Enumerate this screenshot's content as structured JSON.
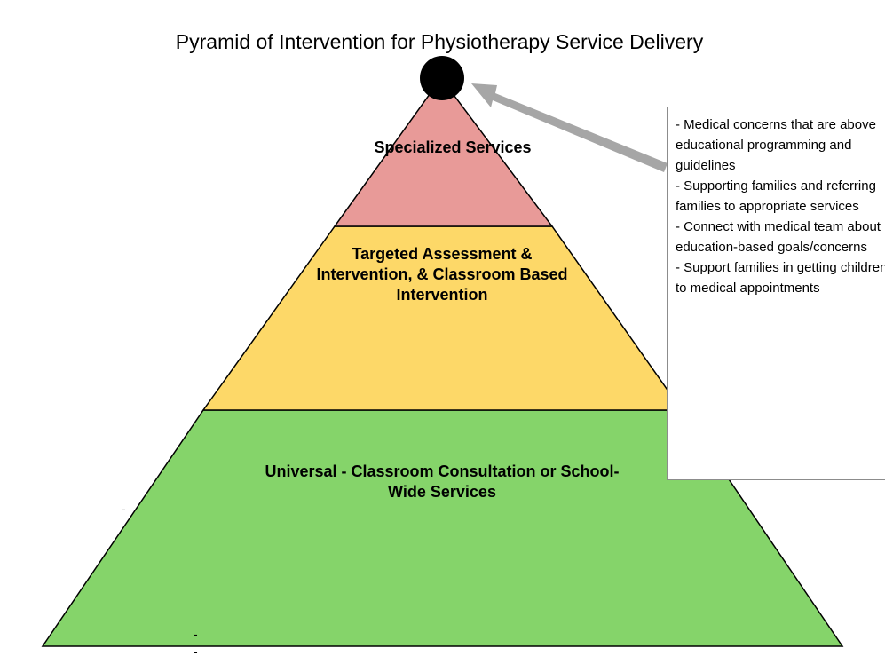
{
  "title": "Pyramid of Intervention for Physiotherapy Service Delivery",
  "tiers": [
    {
      "label": "Specialized Services",
      "color": "#e89a98"
    },
    {
      "label": "Targeted Assessment & Intervention, & Classroom Based Intervention",
      "color": "#fdd868"
    },
    {
      "label": "Universal - Classroom Consultation or School-Wide Services",
      "color": "#85d46a"
    }
  ],
  "apex_marker_color": "#000000",
  "arrow_color": "#a6a6a6",
  "notes": {
    "items": [
      "- Medical concerns that are above educational programming and guidelines",
      "- Supporting families and referring families to appropriate services",
      "- Connect with medical team about education-based goals/concerns",
      "- Support families in getting children to medical appointments"
    ]
  },
  "stray_marks": [
    "-",
    "-",
    "-"
  ]
}
